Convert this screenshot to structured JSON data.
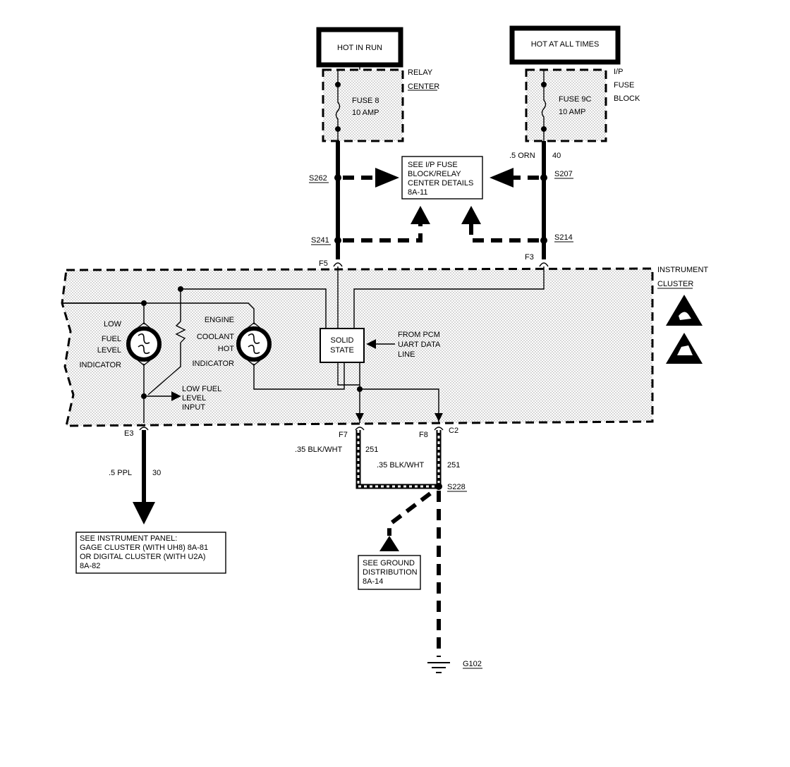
{
  "power": {
    "hot_in_run": "HOT IN RUN",
    "hot_at_all_times": "HOT AT ALL TIMES"
  },
  "relay_center": {
    "line1": "RELAY",
    "line2": "CENTER",
    "fuse_name": "FUSE 8",
    "fuse_rating": "10 AMP"
  },
  "ip_fuse_block": {
    "line1": "I/P",
    "line2": "FUSE",
    "line3": "BLOCK",
    "fuse_name": "FUSE 9C",
    "fuse_rating": "10 AMP"
  },
  "wire_40": {
    "gauge_color": ".5 ORN",
    "circuit": "40"
  },
  "splices": {
    "s262": "S262",
    "s207": "S207",
    "s241": "S241",
    "s214": "S214",
    "s228": "S228"
  },
  "see_ip_fuse_block": {
    "line1": "SEE I/P FUSE",
    "line2": "BLOCK/RELAY",
    "line3": "CENTER DETAILS",
    "line4": "8A-11"
  },
  "connectors": {
    "f5": "F5",
    "f3": "F3",
    "e3": "E3",
    "f7": "F7",
    "f8": "F8",
    "c2": "C2"
  },
  "instrument_cluster": {
    "line1": "INSTRUMENT",
    "line2": "CLUSTER"
  },
  "low_fuel_indicator": {
    "line1": "LOW",
    "line2": "FUEL",
    "line3": "LEVEL",
    "line4": "INDICATOR"
  },
  "engine_coolant_indicator": {
    "line1": "ENGINE",
    "line2": "COOLANT",
    "line3": "HOT",
    "line4": "INDICATOR"
  },
  "solid_state": {
    "line1": "SOLID",
    "line2": "STATE"
  },
  "from_pcm": {
    "line1": "FROM PCM",
    "line2": "UART DATA",
    "line3": "LINE"
  },
  "low_fuel_input": {
    "line1": "LOW FUEL",
    "line2": "LEVEL",
    "line3": "INPUT"
  },
  "wire_30": {
    "gauge_color": ".5 PPL",
    "circuit": "30"
  },
  "wire_251_a": {
    "gauge_color": ".35 BLK/WHT",
    "circuit": "251"
  },
  "wire_251_b": {
    "gauge_color": ".35 BLK/WHT",
    "circuit": "251"
  },
  "see_instrument_panel": {
    "line1": "SEE INSTRUMENT PANEL:",
    "line2": "GAGE CLUSTER (WITH UH8) 8A-81",
    "line3": "OR DIGITAL CLUSTER (WITH U2A)",
    "line4": "8A-82"
  },
  "see_ground_distribution": {
    "line1": "SEE GROUND",
    "line2": "DISTRIBUTION",
    "line3": "8A-14"
  },
  "ground": {
    "label": "G102"
  },
  "icons": {
    "esd_warning": "esd-warning-icon",
    "esd_hand": "esd-hand-icon"
  }
}
